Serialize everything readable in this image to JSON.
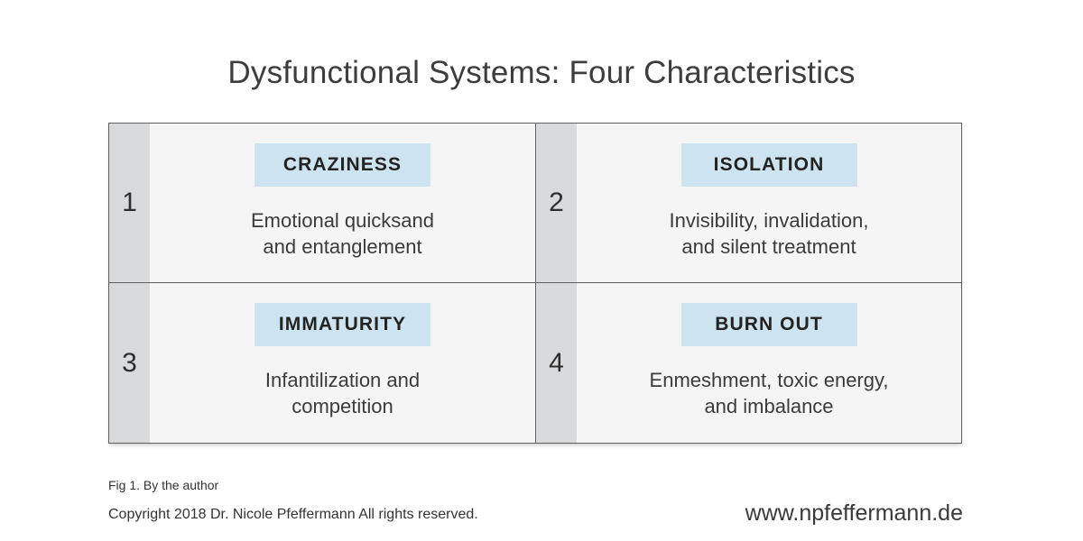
{
  "title": "Dysfunctional Systems: Four Characteristics",
  "colors": {
    "badge_background": "#cee3f0",
    "number_column_background": "#d9dadc",
    "cell_background": "#f5f5f5",
    "border": "#5f5f5f",
    "title_text": "#3d3d3d",
    "body_text": "#3b3b3b",
    "page_background": "#ffffff"
  },
  "matrix": {
    "quadrants": [
      {
        "number": "1",
        "label": "CRAZINESS",
        "description": "Emotional quicksand\nand entanglement"
      },
      {
        "number": "2",
        "label": "ISOLATION",
        "description": "Invisibility, invalidation,\nand silent treatment"
      },
      {
        "number": "3",
        "label": "IMMATURITY",
        "description": "Infantilization and\ncompetition"
      },
      {
        "number": "4",
        "label": "BURN OUT",
        "description": "Enmeshment, toxic energy,\nand imbalance"
      }
    ]
  },
  "footer": {
    "figure_note": "Fig 1. By the author",
    "copyright": "Copyright 2018 Dr. Nicole Pfeffermann All rights reserved.",
    "url": "www.npfeffermann.de"
  }
}
